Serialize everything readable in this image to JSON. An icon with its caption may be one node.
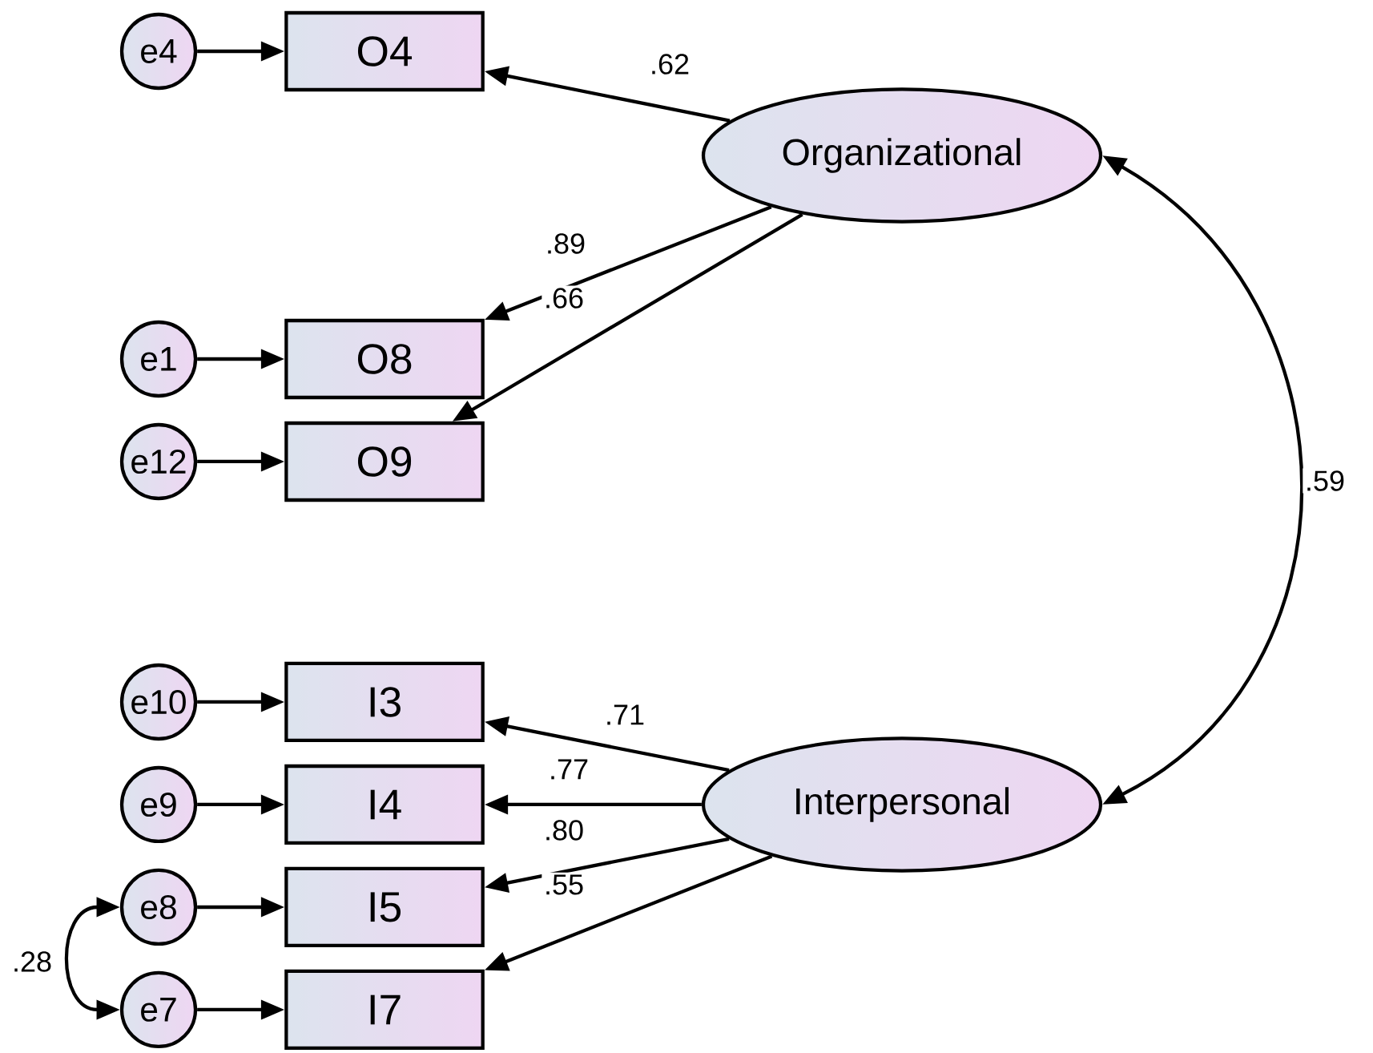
{
  "diagram": {
    "nodes": [
      {
        "text": [
          "e4"
        ]
      },
      {
        "text": [
          "O4"
        ]
      },
      {
        "text": [
          "Organizational"
        ]
      },
      {
        "text": [
          "e1"
        ]
      },
      {
        "text": [
          "O8"
        ]
      },
      {
        "text": [
          "e12"
        ]
      },
      {
        "text": [
          "O9"
        ]
      },
      {
        "text": [
          "e10"
        ]
      },
      {
        "text": [
          "I3"
        ]
      },
      {
        "text": [
          "e9"
        ]
      },
      {
        "text": [
          "I4"
        ]
      },
      {
        "text": [
          "Interpersonal"
        ]
      },
      {
        "text": [
          "e8"
        ]
      },
      {
        "text": [
          "I5"
        ]
      },
      {
        "text": [
          "e7"
        ]
      },
      {
        "text": [
          "I7"
        ]
      }
    ],
    "edges": [
      {
        "from": 0,
        "to": 1,
        "arrow": "to"
      },
      {
        "from": 2,
        "to": 1,
        "arrow": "to",
        "label": ".62"
      },
      {
        "from": 3,
        "to": 4,
        "arrow": "to"
      },
      {
        "from": 2,
        "to": 4,
        "arrow": "to",
        "label": ".89"
      },
      {
        "from": 5,
        "to": 6,
        "arrow": "to"
      },
      {
        "from": 2,
        "to": 6,
        "arrow": "to",
        "label": ".66"
      },
      {
        "from": 2,
        "to": 11,
        "arrow": "both",
        "label": ".59"
      },
      {
        "from": 7,
        "to": 8,
        "arrow": "to"
      },
      {
        "from": 11,
        "to": 8,
        "arrow": "to",
        "label": ".71"
      },
      {
        "from": 9,
        "to": 10,
        "arrow": "to"
      },
      {
        "from": 11,
        "to": 10,
        "arrow": "to",
        "label": ".77"
      },
      {
        "from": 12,
        "to": 13,
        "arrow": "to"
      },
      {
        "from": 11,
        "to": 13,
        "arrow": "to",
        "label": ".80"
      },
      {
        "from": 14,
        "to": 15,
        "arrow": "to"
      },
      {
        "from": 11,
        "to": 15,
        "arrow": "to",
        "label": ".55"
      },
      {
        "from": 12,
        "to": 14,
        "arrow": "both",
        "label": ".28"
      }
    ]
  }
}
